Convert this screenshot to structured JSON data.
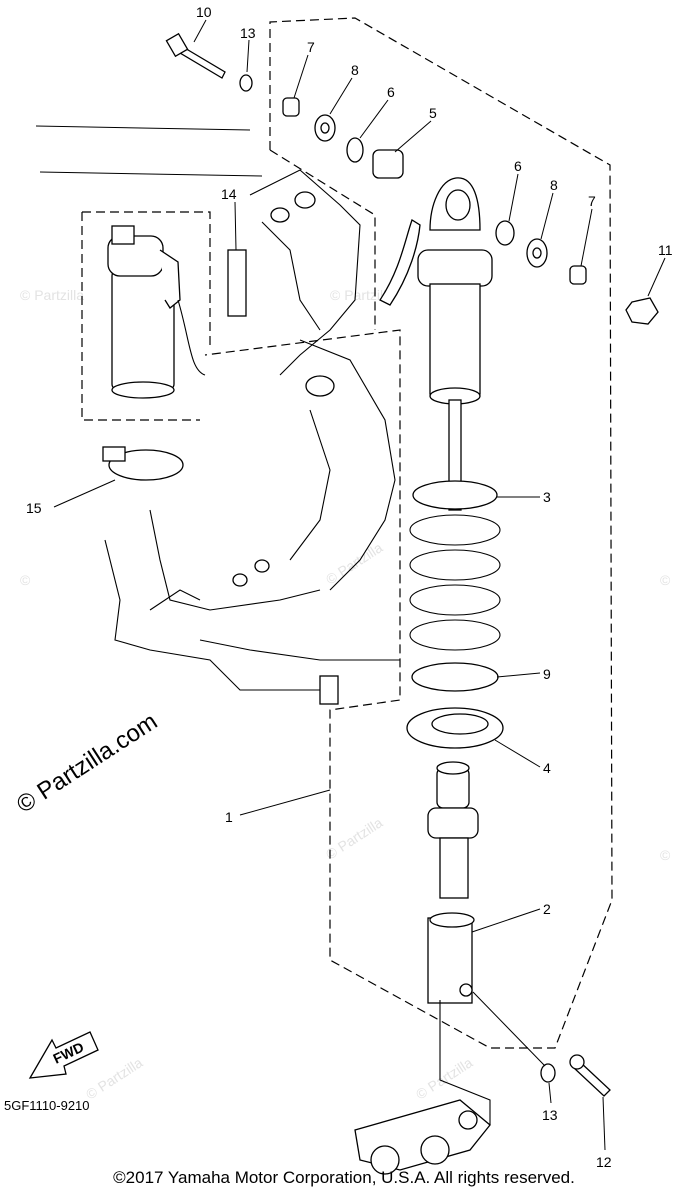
{
  "diagram": {
    "watermark_text": "© Partzilla.com",
    "brand_watermark": "© Partzilla.com",
    "part_code": "5GF1110-9210",
    "copyright": "©2017  Yamaha Motor Corporation, U.S.A. All rights reserved.",
    "fwd_label": "FWD",
    "callouts": [
      "10",
      "13",
      "7",
      "8",
      "6",
      "5",
      "6",
      "8",
      "7",
      "11",
      "14",
      "15",
      "3",
      "9",
      "4",
      "1",
      "2",
      "13",
      "12"
    ]
  }
}
